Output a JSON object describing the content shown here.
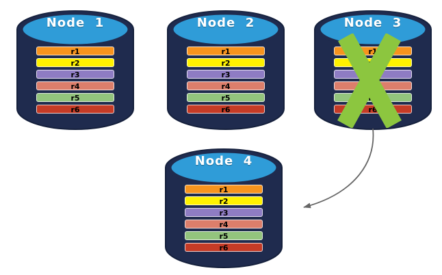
{
  "colors": {
    "cylinder_body": "#1F2B4E",
    "cylinder_outline": "#15203C",
    "cylinder_top": "#2F9CD8",
    "cross": "#8CC63F",
    "arrow": "#666666"
  },
  "row_colors": [
    "#F7941E",
    "#FFF200",
    "#8E7CC3",
    "#DC7E6B",
    "#93C47D",
    "#C53B26"
  ],
  "nodes": [
    {
      "title": "Node  1",
      "rows": [
        "r1",
        "r2",
        "r3",
        "r4",
        "r5",
        "r6"
      ],
      "failed": false
    },
    {
      "title": "Node  2",
      "rows": [
        "r1",
        "r2",
        "r3",
        "r4",
        "r5",
        "r6"
      ],
      "failed": false
    },
    {
      "title": "Node  3",
      "rows": [
        "r1",
        "r2",
        "r3",
        "r4",
        "r5",
        "r6"
      ],
      "failed": true
    },
    {
      "title": "Node  4",
      "rows": [
        "r1",
        "r2",
        "r3",
        "r4",
        "r5",
        "r6"
      ],
      "failed": false
    }
  ]
}
